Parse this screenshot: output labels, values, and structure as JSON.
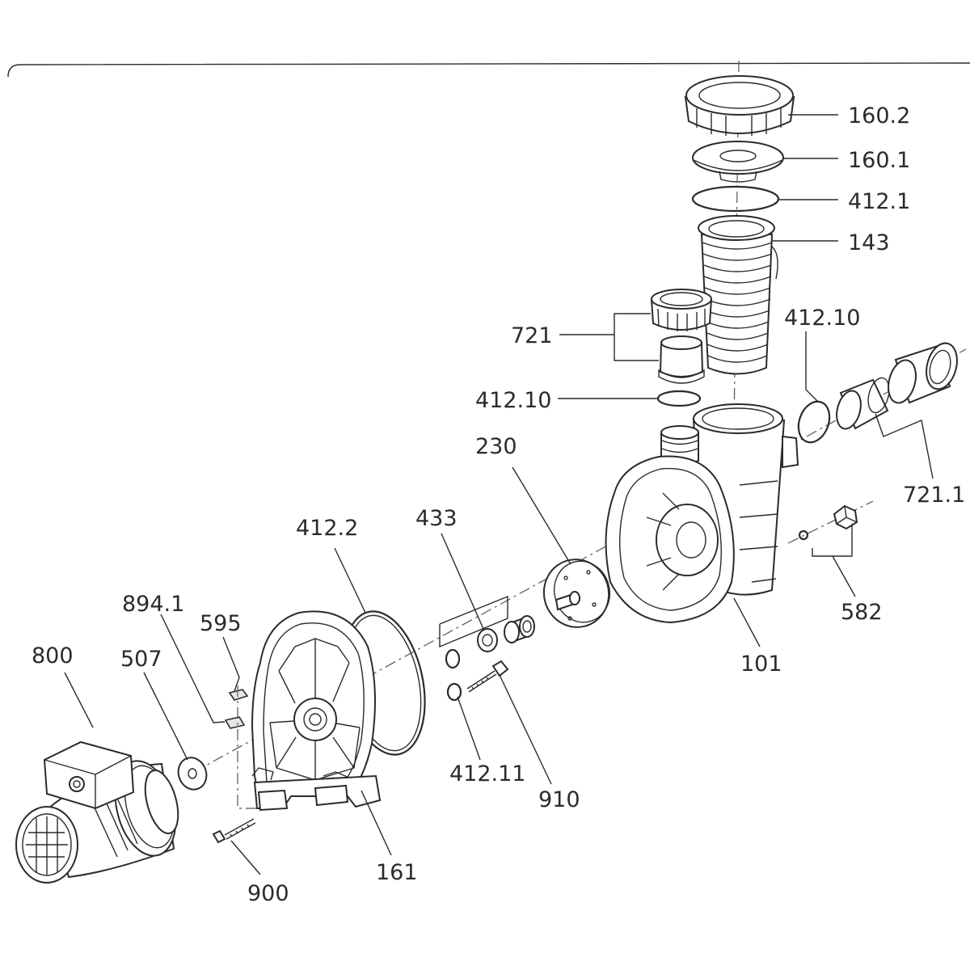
{
  "labels": {
    "p160_2": "160.2",
    "p160_1": "160.1",
    "p412_1": "412.1",
    "p143": "143",
    "p721": "721",
    "p412_10_left": "412.10",
    "p412_10_right": "412.10",
    "p230": "230",
    "p721_1": "721.1",
    "p433": "433",
    "p412_2": "412.2",
    "p894_1": "894.1",
    "p595": "595",
    "p800": "800",
    "p507": "507",
    "p582": "582",
    "p101": "101",
    "p412_11": "412.11",
    "p910": "910",
    "p161": "161",
    "p900": "900"
  }
}
